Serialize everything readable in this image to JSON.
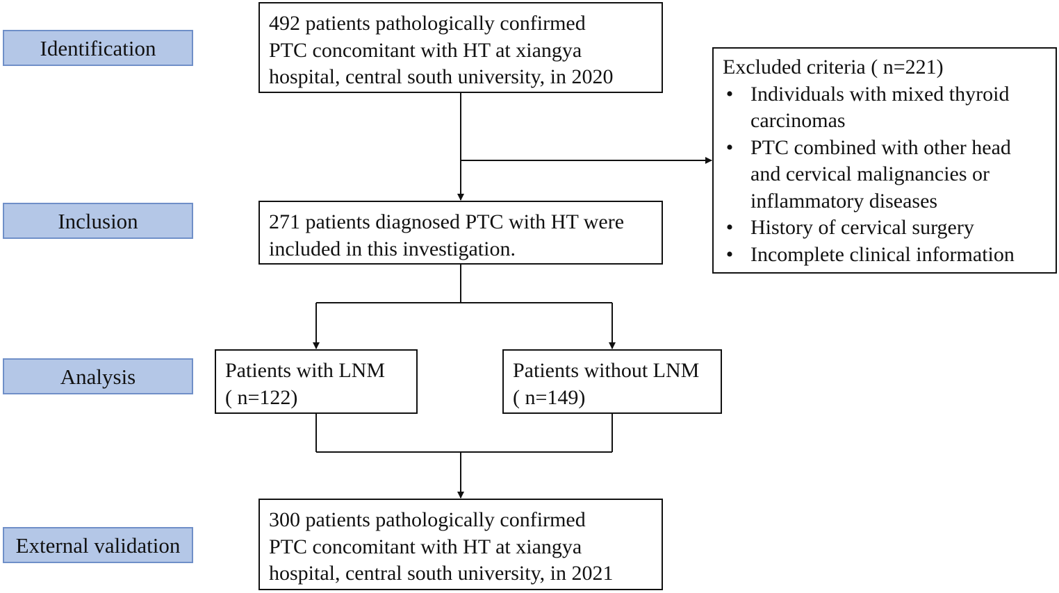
{
  "stages": {
    "identification": "Identification",
    "inclusion": "Inclusion",
    "analysis": "Analysis",
    "external_validation": "External validation"
  },
  "boxes": {
    "identified": {
      "lines": [
        "492 patients pathologically confirmed",
        "PTC concomitant with HT at xiangya",
        "hospital, central south university, in 2020"
      ]
    },
    "included": {
      "lines": [
        "271 patients diagnosed PTC with HT were",
        "included in this investigation."
      ]
    },
    "with_lnm": {
      "lines": [
        "Patients with LNM",
        "( n=122)"
      ]
    },
    "without_lnm": {
      "lines": [
        "Patients without LNM",
        "( n=149)"
      ]
    },
    "validation": {
      "lines": [
        "300 patients pathologically confirmed",
        "PTC concomitant with HT at xiangya",
        "hospital, central south university, in 2021"
      ]
    },
    "excluded": {
      "title": "Excluded criteria ( n=221)",
      "bullet_glyph": "•",
      "items": [
        "Individuals with mixed thyroid\ncarcinomas",
        "PTC combined with other head\nand cervical malignancies or\ninflammatory diseases",
        "History of cervical surgery",
        "Incomplete clinical information"
      ]
    }
  },
  "colors": {
    "stage_fill": "#b4c7e7",
    "stage_border": "#6f8fc8",
    "box_border": "#111111",
    "connector": "#111111"
  }
}
